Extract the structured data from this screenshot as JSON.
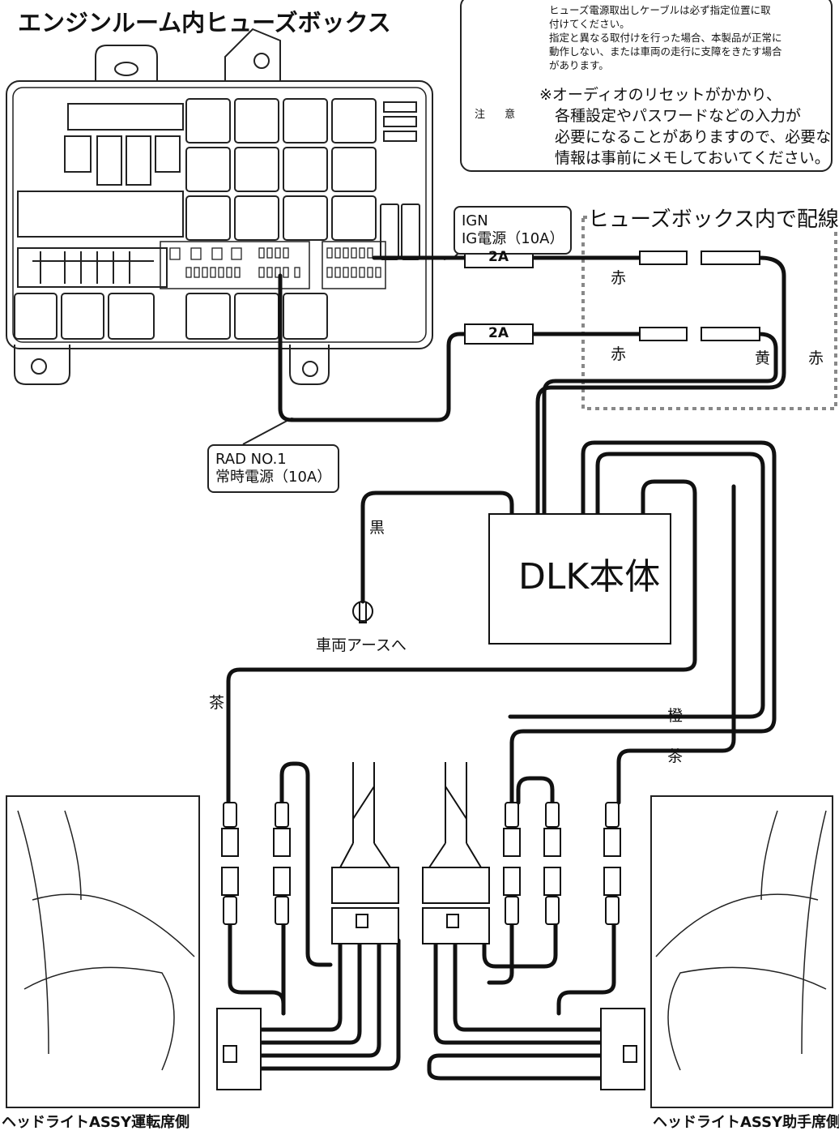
{
  "title": "エンジンルーム内ヒューズボックス",
  "warning": {
    "small_lines": [
      "ヒューズ電源取出しケーブルは必ず指定位置に取",
      "付けてください。",
      "指定と異なる取付けを行った場合、本製品が正常に",
      "動作しない、または車両の走行に支障をきたす場合",
      "があります。"
    ],
    "big_lines": [
      "※オーディオのリセットがかかり、",
      "　各種設定やパスワードなどの入力が",
      "　必要になることがありますので、必要な",
      "　情報は事前にメモしておいてください。"
    ],
    "caution_label": "注 意",
    "icon": "warning-triangle-icon"
  },
  "ign_callout": {
    "line1": "IGN",
    "line2": "IG電源（10A）"
  },
  "rad_callout": {
    "line1": "RAD NO.1",
    "line2": "常時電源（10A）"
  },
  "dashed_region_label": "ヒューズボックス内で配線。",
  "fuses": [
    {
      "label": "2A"
    },
    {
      "label": "2A"
    }
  ],
  "wire_colors": {
    "red_upper": "赤",
    "red_lower": "赤",
    "yellow": "黄",
    "red_right": "赤",
    "black": "黒",
    "brown_left": "茶",
    "orange": "橙",
    "brown_right": "茶"
  },
  "dlk_unit": "DLK本体",
  "earth_label": "車両アースへ",
  "headlight_left": "ヘッドライトASSY運転席側",
  "headlight_right": "ヘッドライトASSY助手席側",
  "colors": {
    "line": "#111111",
    "frame": "#222222",
    "dashed": "#888888",
    "background": "#ffffff"
  }
}
